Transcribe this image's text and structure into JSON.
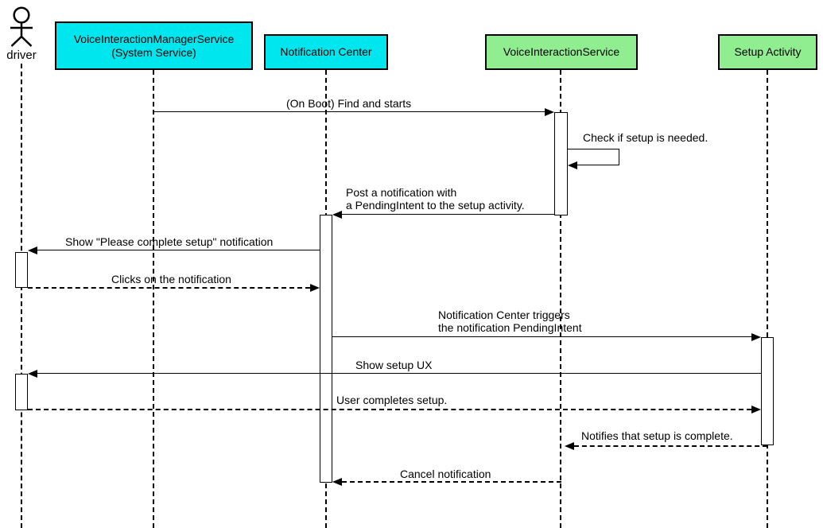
{
  "diagram_type": "uml-sequence-diagram",
  "colors": {
    "system_participant_fill": "#00E6EE",
    "app_participant_fill": "#90EE90",
    "line": "#000000",
    "background": "#FFFFFF"
  },
  "actor": {
    "label": "driver"
  },
  "participants": [
    {
      "label": "VoiceInteractionManagerService",
      "sublabel": "(System Service)",
      "fill": "#00E6EE"
    },
    {
      "label": "Notification Center",
      "fill": "#00E6EE"
    },
    {
      "label": "VoiceInteractionService",
      "fill": "#90EE90"
    },
    {
      "label": "Setup Activity",
      "fill": "#90EE90"
    }
  ],
  "messages": [
    {
      "label": "(On Boot) Find and starts",
      "from": "VoiceInteractionManagerService (System Service)",
      "to": "VoiceInteractionService",
      "line": "solid"
    },
    {
      "label": "Check if setup is needed.",
      "from": "VoiceInteractionService",
      "to": "VoiceInteractionService",
      "line": "solid-self"
    },
    {
      "label": "Post a notification with",
      "label2": "a PendingIntent to the setup activity.",
      "from": "VoiceInteractionService",
      "to": "Notification Center",
      "line": "solid"
    },
    {
      "label": "Show \"Please complete setup\" notification",
      "from": "Notification Center",
      "to": "driver",
      "line": "solid"
    },
    {
      "label": "Clicks on the notification",
      "from": "driver",
      "to": "Notification Center",
      "line": "dashed"
    },
    {
      "label": "Notification Center triggers",
      "label2": "the notification PendingIntent",
      "from": "Notification Center",
      "to": "Setup Activity",
      "line": "solid"
    },
    {
      "label": "Show setup UX",
      "from": "Setup Activity",
      "to": "driver",
      "line": "solid"
    },
    {
      "label": "User completes setup.",
      "from": "driver",
      "to": "Setup Activity",
      "line": "dashed"
    },
    {
      "label": "Notifies that setup is complete.",
      "from": "Setup Activity",
      "to": "VoiceInteractionService",
      "line": "dashed"
    },
    {
      "label": "Cancel notification",
      "from": "VoiceInteractionService",
      "to": "Notification Center",
      "line": "dashed"
    }
  ]
}
